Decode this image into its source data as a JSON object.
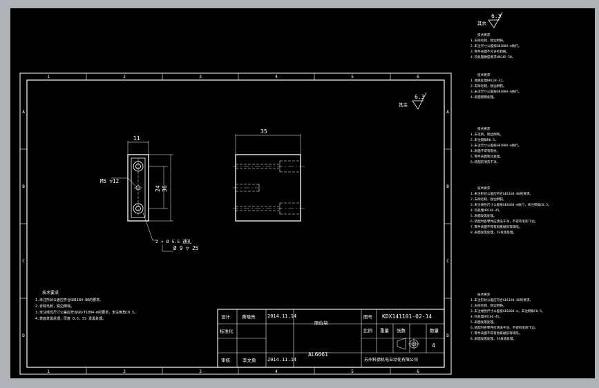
{
  "frame": {
    "col_labels": [
      "1",
      "2",
      "3",
      "4",
      "5",
      "6"
    ],
    "row_labels": [
      "A",
      "B",
      "C",
      "D"
    ]
  },
  "surface_symbols": {
    "outer": {
      "label": "其余",
      "value": "6.3"
    },
    "inner": {
      "label": "其余",
      "value": "6.3"
    }
  },
  "drawing": {
    "front_width_dim": "11",
    "side_width_dim": "35",
    "dim_24": "24",
    "dim_36": "36",
    "thread_note": "M5 ▽12",
    "hole_note_line1": "2 × Ø 5.5 通孔",
    "hole_note_line2": "Ø 9 ▽ 25"
  },
  "notes_left": {
    "title": "技术要求",
    "lines": [
      "1.未注形状公差应符合GB1184-80的要求。",
      "2.去除毛刺，锐边倒钝。",
      "3.未注线性尺寸公差应符合GB/T1804-m的要求，未注倒角C0.5。",
      "4.表面发黑处理，厚度 0.5，5S 发黑处理。"
    ]
  },
  "notes_right": [
    {
      "title": "技术要求",
      "lines": [
        "1.去除毛刺，锐边倒钝。",
        "2.未注尺寸公差按GB1804-m执行。",
        "3.零件表面不允许有划痕。",
        "4.热处理硬度要求HRC45-50。"
      ]
    },
    {
      "title": "技术要求",
      "lines": [
        "1.调质处理HRC28-32。",
        "2.去除毛刺，锐边倒钝。",
        "3.未注尺寸公差按GB1804-m执行。",
        "4.表面镀铬处理。"
      ]
    },
    {
      "title": "技术要求",
      "lines": [
        "1.去毛刺，锐边倒钝。",
        "2.未注圆角R0.5。",
        "3.未注尺寸公差按GB1804-m执行。",
        "4.表面不得有裂纹。",
        "5.零件表面氧化处理。",
        "6.装配前清洗干净。"
      ]
    },
    {
      "title": "技术要求",
      "lines": [
        "1.未注形状公差应符合GB1184-80的要求。",
        "2.去除毛刺，锐边倒钝。",
        "3.未注线性尺寸公差按GB1804-m执行，未注倒角C0.5。",
        "4.热处理HRC40-45。",
        "5.表面发黑处理。",
        "6.装配时各零件应清洗干净，不得有毛刺飞边。",
        "7.零件表面不得有划痕碰伤等缺陷。",
        "8.表面发黑处理，5S发黑处理。"
      ]
    },
    {
      "title": "技术要求",
      "lines": [
        "1.未注形状公差应符合GB1184-80的要求。",
        "2.去除毛刺，锐边倒钝。",
        "3.未注线性尺寸公差按GB1804-m，未注倒角C0.5。",
        "4.热处理HRC40-45。",
        "5.表面发黑处理。",
        "6.装配时各零件应清洗干净，不得有毛刺飞边。",
        "7.零件表面不得有划痕碰伤等缺陷。",
        "8.表面发黑处理，5S发黑处理。"
      ]
    }
  ],
  "title_block": {
    "design_label": "设计",
    "design_name": "黄晓亮",
    "design_date": "2014.11.14",
    "check_label": "标准化",
    "approve_label": "审核",
    "approve_name": "李文勇",
    "approve_date": "2014.11.14",
    "part_name": "限位块",
    "material": "AL6061",
    "drawing_no_label": "图号",
    "drawing_no": "KDX141101-02-14",
    "scale_label": "比例",
    "weight_label": "重量",
    "sheet_label": "张数",
    "qty_label": "数量",
    "qty_value": "4",
    "company": "苏州科德机电自动化有限公司"
  }
}
